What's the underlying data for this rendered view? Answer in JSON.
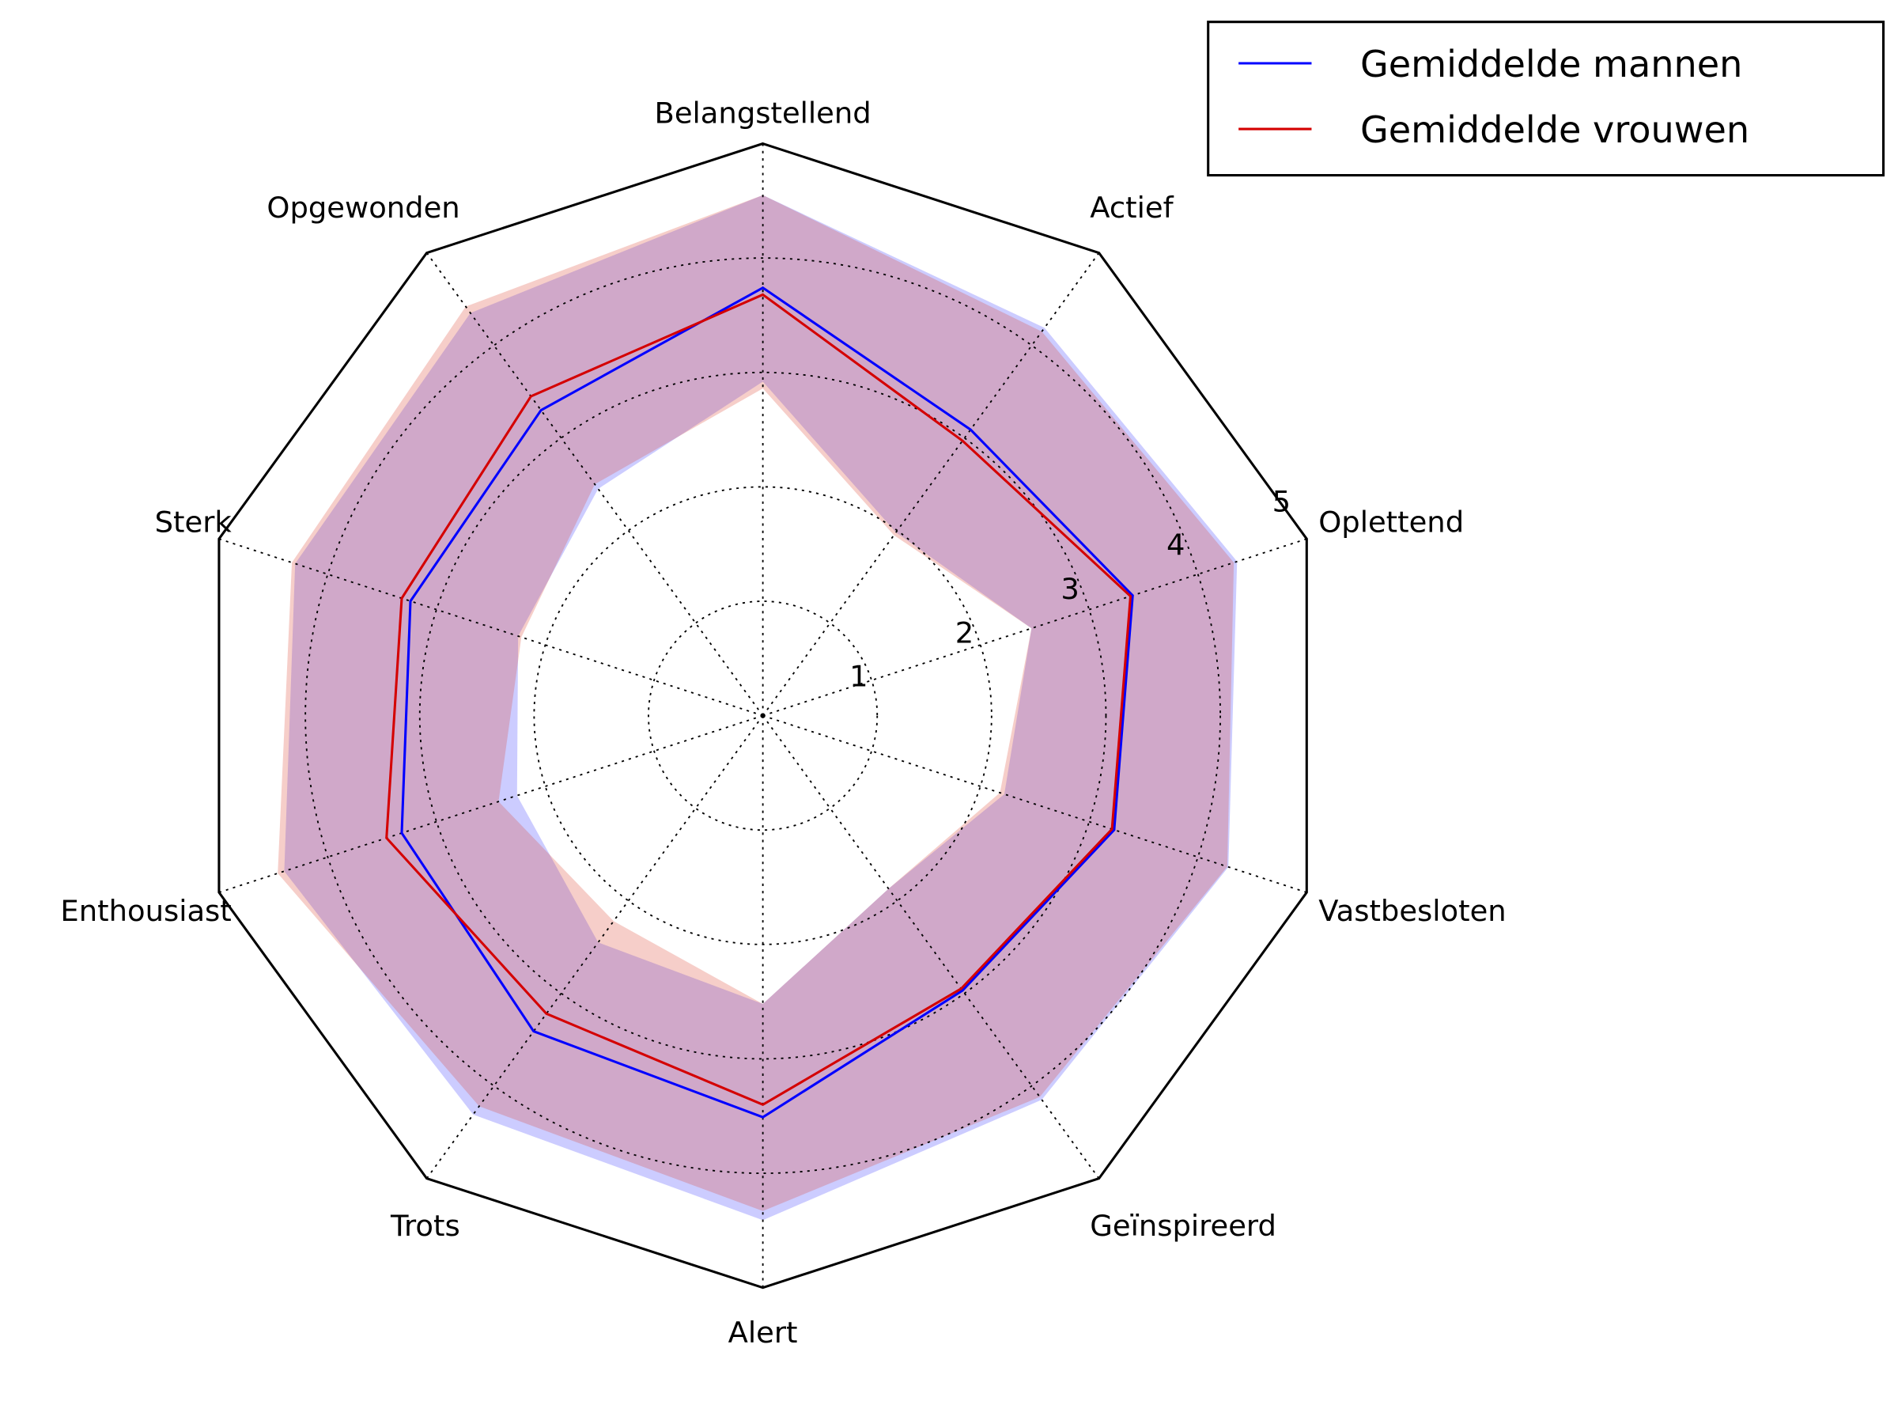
{
  "chart_data": {
    "type": "radar",
    "title": "",
    "axes": [
      "Belangstellend",
      "Actief",
      "Oplettend",
      "Vastbesloten",
      "Geïnspireerd",
      "Alert",
      "Trots",
      "Enthousiast",
      "Sterk",
      "Opgewonden"
    ],
    "rlim": [
      0,
      5
    ],
    "rticks": [
      "1",
      "2",
      "3",
      "4",
      "5"
    ],
    "grid": true,
    "legend_position": "top-right",
    "series": [
      {
        "name": "Gemiddelde mannen",
        "color": "#0000ff",
        "values": [
          3.74,
          3.09,
          3.4,
          3.23,
          2.97,
          3.51,
          3.41,
          3.32,
          3.24,
          3.3
        ],
        "band_lower": [
          2.92,
          1.98,
          2.47,
          2.22,
          1.87,
          2.52,
          2.45,
          2.26,
          2.25,
          2.45
        ],
        "band_upper": [
          4.55,
          4.19,
          4.36,
          4.28,
          4.15,
          4.41,
          4.31,
          4.4,
          4.3,
          4.35
        ],
        "band_color": "rgba(0,0,255,0.2)"
      },
      {
        "name": "Gemiddelde vrouwen",
        "color": "#d40000",
        "values": [
          3.68,
          2.97,
          3.38,
          3.21,
          2.95,
          3.4,
          3.22,
          3.46,
          3.32,
          3.45
        ],
        "band_lower": [
          2.86,
          1.95,
          2.47,
          2.18,
          1.87,
          2.52,
          2.22,
          2.43,
          2.22,
          2.5
        ],
        "band_upper": [
          4.55,
          4.15,
          4.33,
          4.27,
          4.12,
          4.33,
          4.22,
          4.46,
          4.33,
          4.42
        ],
        "band_color": "rgba(220,60,40,0.25)"
      }
    ]
  }
}
